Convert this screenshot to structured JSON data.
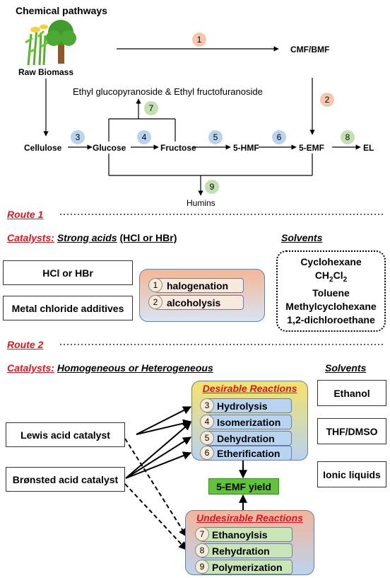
{
  "title": "Chemical pathways",
  "pathway": {
    "raw_biomass": "Raw Biomass",
    "cmf_bmf": "CMF/BMF",
    "ethyl_glyco": "Ethyl glucopyranoside & Ethyl fructofuranoside",
    "cellulose": "Cellulose",
    "glucose": "Glucose",
    "fructose": "Fructose",
    "hmf": "5-HMF",
    "emf": "5-EMF",
    "el": "EL",
    "humins": "Humins",
    "steps": [
      "1",
      "2",
      "3",
      "4",
      "5",
      "6",
      "7",
      "8",
      "9"
    ]
  },
  "route1": {
    "heading": "Route 1",
    "catalysts_label": "Catalysts:",
    "catalysts_value": "Strong acids",
    "catalysts_extra": "(HCl or HBr)",
    "solvents_label": "Solvents",
    "box_hcl": "HCl or HBr",
    "box_metal": "Metal chloride additives",
    "reactions": [
      {
        "num": "1",
        "label": "halogenation"
      },
      {
        "num": "2",
        "label": "alcoholysis"
      }
    ],
    "solvents": [
      "Cyclohexane",
      "CH2Cl2",
      "Toluene",
      "Methylcyclohexane",
      "1,2-dichloroethane"
    ]
  },
  "route2": {
    "heading": "Route 2",
    "catalysts_label": "Catalysts:",
    "catalysts_value": "Homogeneous or Heterogeneous",
    "solvents_label": "Solvents",
    "lewis": "Lewis acid catalyst",
    "bronsted": "Brønsted acid catalyst",
    "desirable_title": "Desirable Reactions",
    "desirable": [
      {
        "num": "3",
        "label": "Hydrolysis"
      },
      {
        "num": "4",
        "label": "Isomerization"
      },
      {
        "num": "5",
        "label": "Dehydration"
      },
      {
        "num": "6",
        "label": "Etherification"
      }
    ],
    "yield": "5-EMF yield",
    "undesirable_title": "Undesirable Reactions",
    "undesirable": [
      {
        "num": "7",
        "label": "Ethanoylsis"
      },
      {
        "num": "8",
        "label": "Rehydration"
      },
      {
        "num": "9",
        "label": "Polymerization"
      }
    ],
    "solvents": [
      "Ethanol",
      "THF/DMSO",
      "Ionic liquids"
    ]
  },
  "colors": {
    "red": "#e0141e",
    "badge_orange": "#f6c7ad",
    "badge_blue": "#b9d3ee",
    "badge_green": "#c3e0b3",
    "yield_green": "#5fc43c"
  }
}
